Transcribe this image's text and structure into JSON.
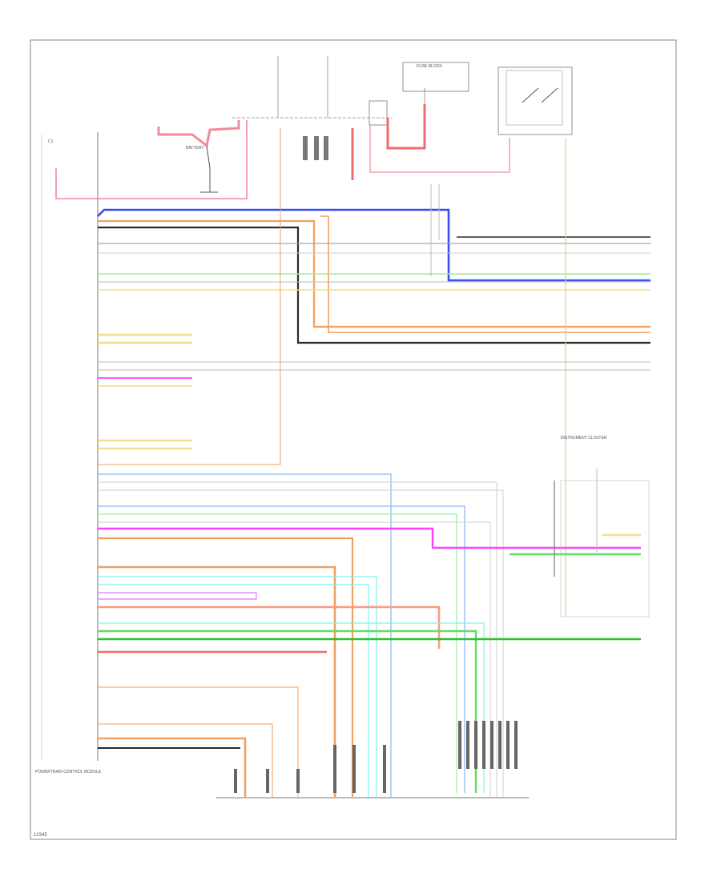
{
  "diagram": {
    "frame_color": "#9a9a9a",
    "wire_colors": {
      "pink": "#f08a9a",
      "red": "#f26b6b",
      "blue": "#3b4cf0",
      "orange": "#f2a060",
      "black": "#2a2a2a",
      "gray": "#a8a8a8",
      "green": "#5fe05f",
      "lime": "#9af09a",
      "yellow": "#f0e08a",
      "tan": "#e8c890",
      "magenta": "#ff40ff",
      "light_blue": "#8ab8f0",
      "cyan": "#80f0f0",
      "violet": "#e090ff",
      "dark_green": "#30c030",
      "salmon": "#ff9a80"
    },
    "module_title_left": "POWERTRAIN CONTROL MODULE",
    "labels": {
      "top_left_module": "C1",
      "battery": "BATTERY",
      "fuse_block": "FUSE BLOCK",
      "instrument_cluster": "INSTRUMENT CLUSTER",
      "footer_code": "12345"
    }
  }
}
